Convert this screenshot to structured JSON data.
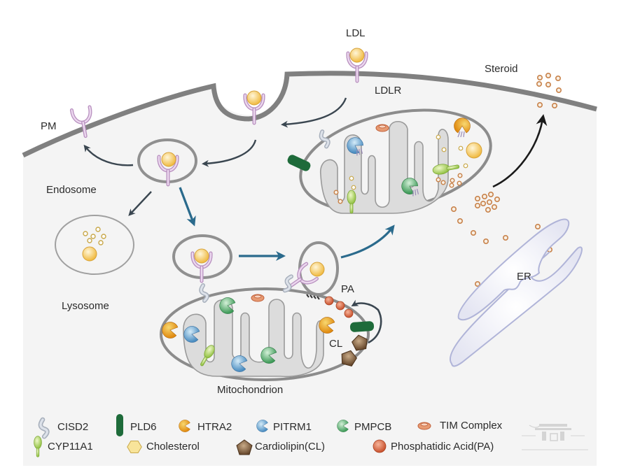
{
  "title": "LDL-derived cholesterol trafficking to mitochondria for steroidogenesis",
  "labels": {
    "ldl": "LDL",
    "ldlr": "LDLR",
    "pm": "PM",
    "steroid": "Steroid",
    "endosome": "Endosome",
    "lysosome": "Lysosome",
    "mitochondrion": "Mitochondrion",
    "pa": "PA",
    "cl": "CL",
    "er": "ER"
  },
  "legend": {
    "row1": [
      {
        "icon": "cisd2-icon",
        "label": "CISD2"
      },
      {
        "icon": "pld6-icon",
        "label": "PLD6"
      },
      {
        "icon": "htra2-icon",
        "label": "HTRA2"
      },
      {
        "icon": "pitrm1-icon",
        "label": "PITRM1"
      },
      {
        "icon": "pmpcb-icon",
        "label": "PMPCB"
      },
      {
        "icon": "tim-complex-icon",
        "label": "TIM Complex"
      }
    ],
    "row2": [
      {
        "icon": "cyp11a1-icon",
        "label": "CYP11A1"
      },
      {
        "icon": "cholesterol-icon",
        "label": "Cholesterol"
      },
      {
        "icon": "cardiolipin-icon",
        "label": "Cardiolipin(CL)"
      },
      {
        "icon": "phosphatidic-acid-icon",
        "label": "Phosphatidic Acid(PA)"
      }
    ]
  },
  "colors": {
    "cell_bg": "#f4f4f4",
    "membrane": "#808080",
    "receptor": "#c9a6cf",
    "ldl": "#f3c45a",
    "arrow_dark": "#3a4650",
    "arrow_blue": "#2a6a8c",
    "pld6": "#1e6b3a",
    "htra2": "#e8a21c",
    "pitrm1": "#5b9bc8",
    "pmpcb": "#5aa86a",
    "tim": "#e08a60",
    "cyp11a1": "#a8cc5a",
    "cardiolipin": "#7a5a3c",
    "pa": "#d8704c",
    "steroid": "#c8824a",
    "er": "#b0b4d8"
  }
}
